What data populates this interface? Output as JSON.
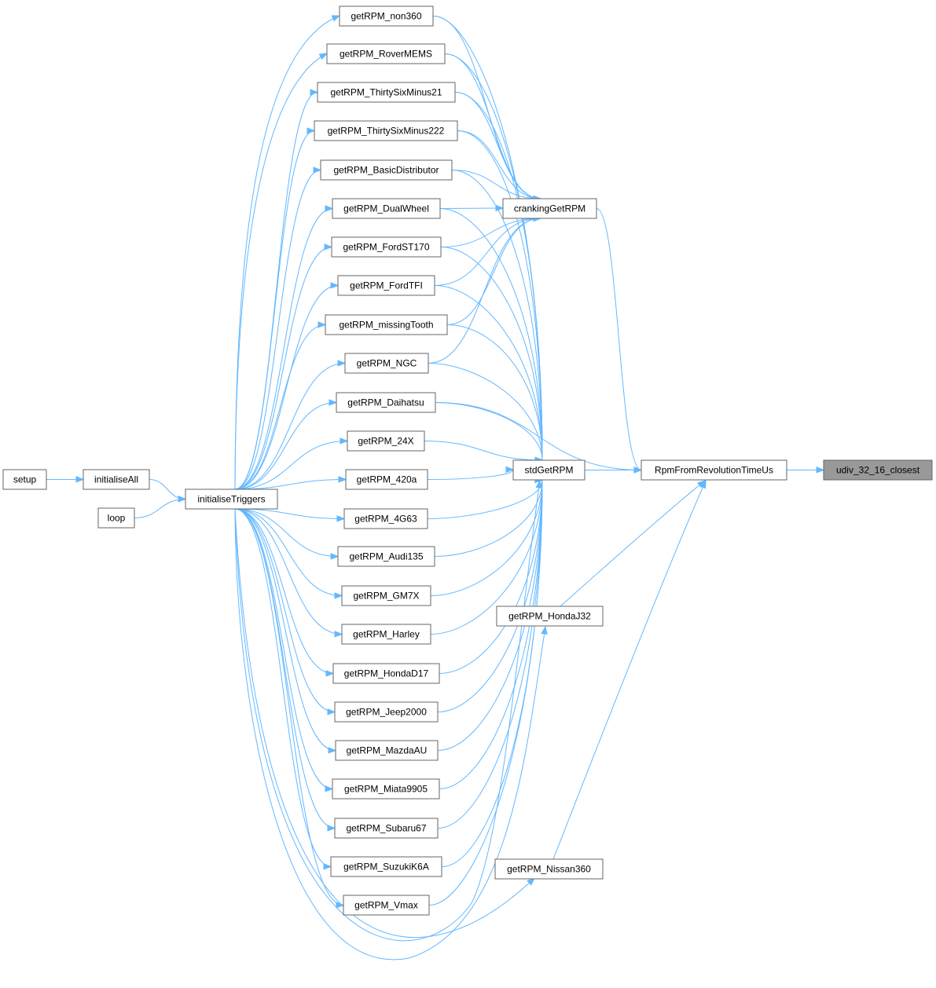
{
  "graph": {
    "nodes": [
      {
        "id": "udiv",
        "label": "udiv_32_16_closest",
        "highlight": true
      },
      {
        "id": "rpmFromRev",
        "label": "RpmFromRevolutionTimeUs"
      },
      {
        "id": "cranking",
        "label": "crankingGetRPM"
      },
      {
        "id": "std",
        "label": "stdGetRPM"
      },
      {
        "id": "hondaJ32",
        "label": "getRPM_HondaJ32"
      },
      {
        "id": "nissan360",
        "label": "getRPM_Nissan360"
      },
      {
        "id": "non360",
        "label": "getRPM_non360"
      },
      {
        "id": "roverMEMS",
        "label": "getRPM_RoverMEMS"
      },
      {
        "id": "ts21",
        "label": "getRPM_ThirtySixMinus21"
      },
      {
        "id": "ts222",
        "label": "getRPM_ThirtySixMinus222"
      },
      {
        "id": "basicDist",
        "label": "getRPM_BasicDistributor"
      },
      {
        "id": "dualWheel",
        "label": "getRPM_DualWheel"
      },
      {
        "id": "fordST170",
        "label": "getRPM_FordST170"
      },
      {
        "id": "fordTFI",
        "label": "getRPM_FordTFI"
      },
      {
        "id": "missingTooth",
        "label": "getRPM_missingTooth"
      },
      {
        "id": "ngc",
        "label": "getRPM_NGC"
      },
      {
        "id": "daihatsu",
        "label": "getRPM_Daihatsu"
      },
      {
        "id": "r24x",
        "label": "getRPM_24X"
      },
      {
        "id": "r420a",
        "label": "getRPM_420a"
      },
      {
        "id": "r4g63",
        "label": "getRPM_4G63"
      },
      {
        "id": "audi135",
        "label": "getRPM_Audi135"
      },
      {
        "id": "gm7x",
        "label": "getRPM_GM7X"
      },
      {
        "id": "harley",
        "label": "getRPM_Harley"
      },
      {
        "id": "hondaD17",
        "label": "getRPM_HondaD17"
      },
      {
        "id": "jeep2000",
        "label": "getRPM_Jeep2000"
      },
      {
        "id": "mazdaAU",
        "label": "getRPM_MazdaAU"
      },
      {
        "id": "miata9905",
        "label": "getRPM_Miata9905"
      },
      {
        "id": "subaru67",
        "label": "getRPM_Subaru67"
      },
      {
        "id": "suzukiK6A",
        "label": "getRPM_SuzukiK6A"
      },
      {
        "id": "vmax",
        "label": "getRPM_Vmax"
      },
      {
        "id": "initTriggers",
        "label": "initialiseTriggers"
      },
      {
        "id": "initAll",
        "label": "initialiseAll"
      },
      {
        "id": "setup",
        "label": "setup"
      },
      {
        "id": "loop",
        "label": "loop"
      }
    ],
    "edges": [
      {
        "from": "rpmFromRev",
        "to": "udiv"
      },
      {
        "from": "cranking",
        "to": "rpmFromRev"
      },
      {
        "from": "daihatsu",
        "to": "rpmFromRev"
      },
      {
        "from": "std",
        "to": "rpmFromRev"
      },
      {
        "from": "hondaJ32",
        "to": "rpmFromRev"
      },
      {
        "from": "nissan360",
        "to": "rpmFromRev"
      },
      {
        "from": "non360",
        "to": "cranking"
      },
      {
        "from": "roverMEMS",
        "to": "cranking"
      },
      {
        "from": "ts21",
        "to": "cranking"
      },
      {
        "from": "ts222",
        "to": "cranking"
      },
      {
        "from": "basicDist",
        "to": "cranking"
      },
      {
        "from": "dualWheel",
        "to": "cranking"
      },
      {
        "from": "fordST170",
        "to": "cranking"
      },
      {
        "from": "fordTFI",
        "to": "cranking"
      },
      {
        "from": "missingTooth",
        "to": "cranking"
      },
      {
        "from": "ngc",
        "to": "cranking"
      },
      {
        "from": "non360",
        "to": "std"
      },
      {
        "from": "roverMEMS",
        "to": "std"
      },
      {
        "from": "ts21",
        "to": "std"
      },
      {
        "from": "ts222",
        "to": "std"
      },
      {
        "from": "basicDist",
        "to": "std"
      },
      {
        "from": "dualWheel",
        "to": "std"
      },
      {
        "from": "fordST170",
        "to": "std"
      },
      {
        "from": "fordTFI",
        "to": "std"
      },
      {
        "from": "missingTooth",
        "to": "std"
      },
      {
        "from": "ngc",
        "to": "std"
      },
      {
        "from": "daihatsu",
        "to": "std"
      },
      {
        "from": "r24x",
        "to": "std"
      },
      {
        "from": "r420a",
        "to": "std"
      },
      {
        "from": "r4g63",
        "to": "std"
      },
      {
        "from": "audi135",
        "to": "std"
      },
      {
        "from": "gm7x",
        "to": "std"
      },
      {
        "from": "harley",
        "to": "std"
      },
      {
        "from": "hondaD17",
        "to": "std"
      },
      {
        "from": "jeep2000",
        "to": "std"
      },
      {
        "from": "mazdaAU",
        "to": "std"
      },
      {
        "from": "miata9905",
        "to": "std"
      },
      {
        "from": "subaru67",
        "to": "std"
      },
      {
        "from": "suzukiK6A",
        "to": "std"
      },
      {
        "from": "vmax",
        "to": "std"
      },
      {
        "from": "initTriggers",
        "to": "std"
      },
      {
        "from": "initTriggers",
        "to": "hondaJ32"
      },
      {
        "from": "initTriggers",
        "to": "nissan360"
      },
      {
        "from": "initTriggers",
        "to": "non360"
      },
      {
        "from": "initTriggers",
        "to": "roverMEMS"
      },
      {
        "from": "initTriggers",
        "to": "ts21"
      },
      {
        "from": "initTriggers",
        "to": "ts222"
      },
      {
        "from": "initTriggers",
        "to": "basicDist"
      },
      {
        "from": "initTriggers",
        "to": "dualWheel"
      },
      {
        "from": "initTriggers",
        "to": "fordST170"
      },
      {
        "from": "initTriggers",
        "to": "fordTFI"
      },
      {
        "from": "initTriggers",
        "to": "missingTooth"
      },
      {
        "from": "initTriggers",
        "to": "ngc"
      },
      {
        "from": "initTriggers",
        "to": "daihatsu"
      },
      {
        "from": "initTriggers",
        "to": "r24x"
      },
      {
        "from": "initTriggers",
        "to": "r420a"
      },
      {
        "from": "initTriggers",
        "to": "r4g63"
      },
      {
        "from": "initTriggers",
        "to": "audi135"
      },
      {
        "from": "initTriggers",
        "to": "gm7x"
      },
      {
        "from": "initTriggers",
        "to": "harley"
      },
      {
        "from": "initTriggers",
        "to": "hondaD17"
      },
      {
        "from": "initTriggers",
        "to": "jeep2000"
      },
      {
        "from": "initTriggers",
        "to": "mazdaAU"
      },
      {
        "from": "initTriggers",
        "to": "miata9905"
      },
      {
        "from": "initTriggers",
        "to": "subaru67"
      },
      {
        "from": "initTriggers",
        "to": "suzukiK6A"
      },
      {
        "from": "initTriggers",
        "to": "vmax"
      },
      {
        "from": "initAll",
        "to": "initTriggers"
      },
      {
        "from": "loop",
        "to": "initTriggers"
      },
      {
        "from": "setup",
        "to": "initAll"
      }
    ]
  }
}
